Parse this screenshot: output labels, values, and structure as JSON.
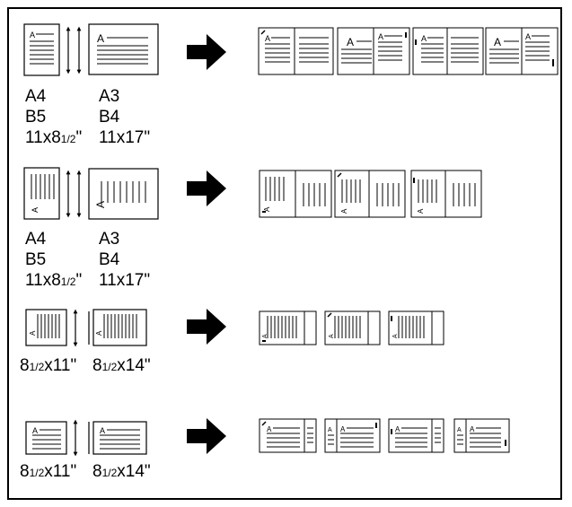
{
  "rows": [
    {
      "id": "row1",
      "small_sizes": [
        "A4",
        "B5",
        "11x8",
        "1/2",
        "\""
      ],
      "large_sizes": [
        "A3",
        "B4",
        "11x17\""
      ]
    },
    {
      "id": "row2",
      "small_sizes": [
        "A4",
        "B5",
        "11x8",
        "1/2",
        "\""
      ],
      "large_sizes": [
        "A3",
        "B4",
        "11x17\""
      ]
    },
    {
      "id": "row3",
      "small_label": {
        "a": "8",
        "frac": "1/2",
        "b": "x11\""
      },
      "large_label": {
        "a": "8",
        "frac": "1/2",
        "b": "x14\""
      }
    },
    {
      "id": "row4",
      "small_label": {
        "a": "8",
        "frac": "1/2",
        "b": "x11\""
      },
      "large_label": {
        "a": "8",
        "frac": "1/2",
        "b": "x14\""
      }
    }
  ],
  "page_letter": "A",
  "colors": {
    "line": "#000000",
    "arrow": "#000000",
    "background": "#ffffff"
  }
}
